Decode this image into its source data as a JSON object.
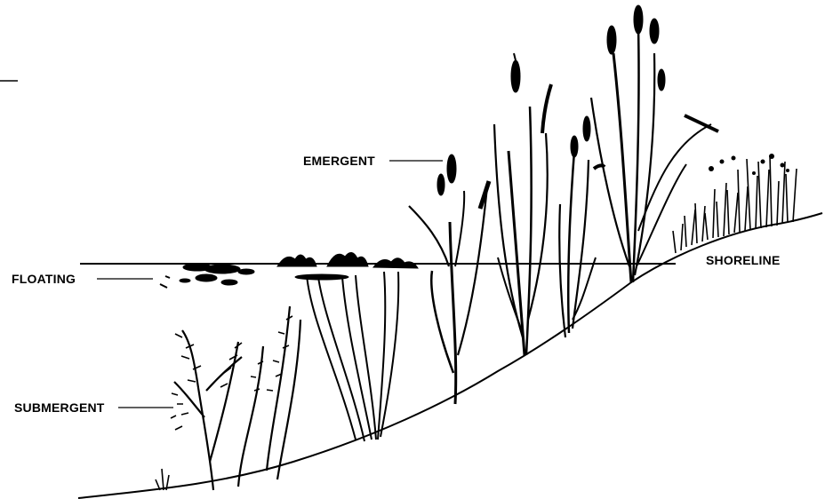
{
  "labels": {
    "emergent": "EMERGENT",
    "floating": "FLOATING",
    "submergent": "SUBMERGENT",
    "shoreline": "SHORELINE"
  },
  "colors": {
    "ink": "#000000",
    "paper": "#ffffff"
  }
}
